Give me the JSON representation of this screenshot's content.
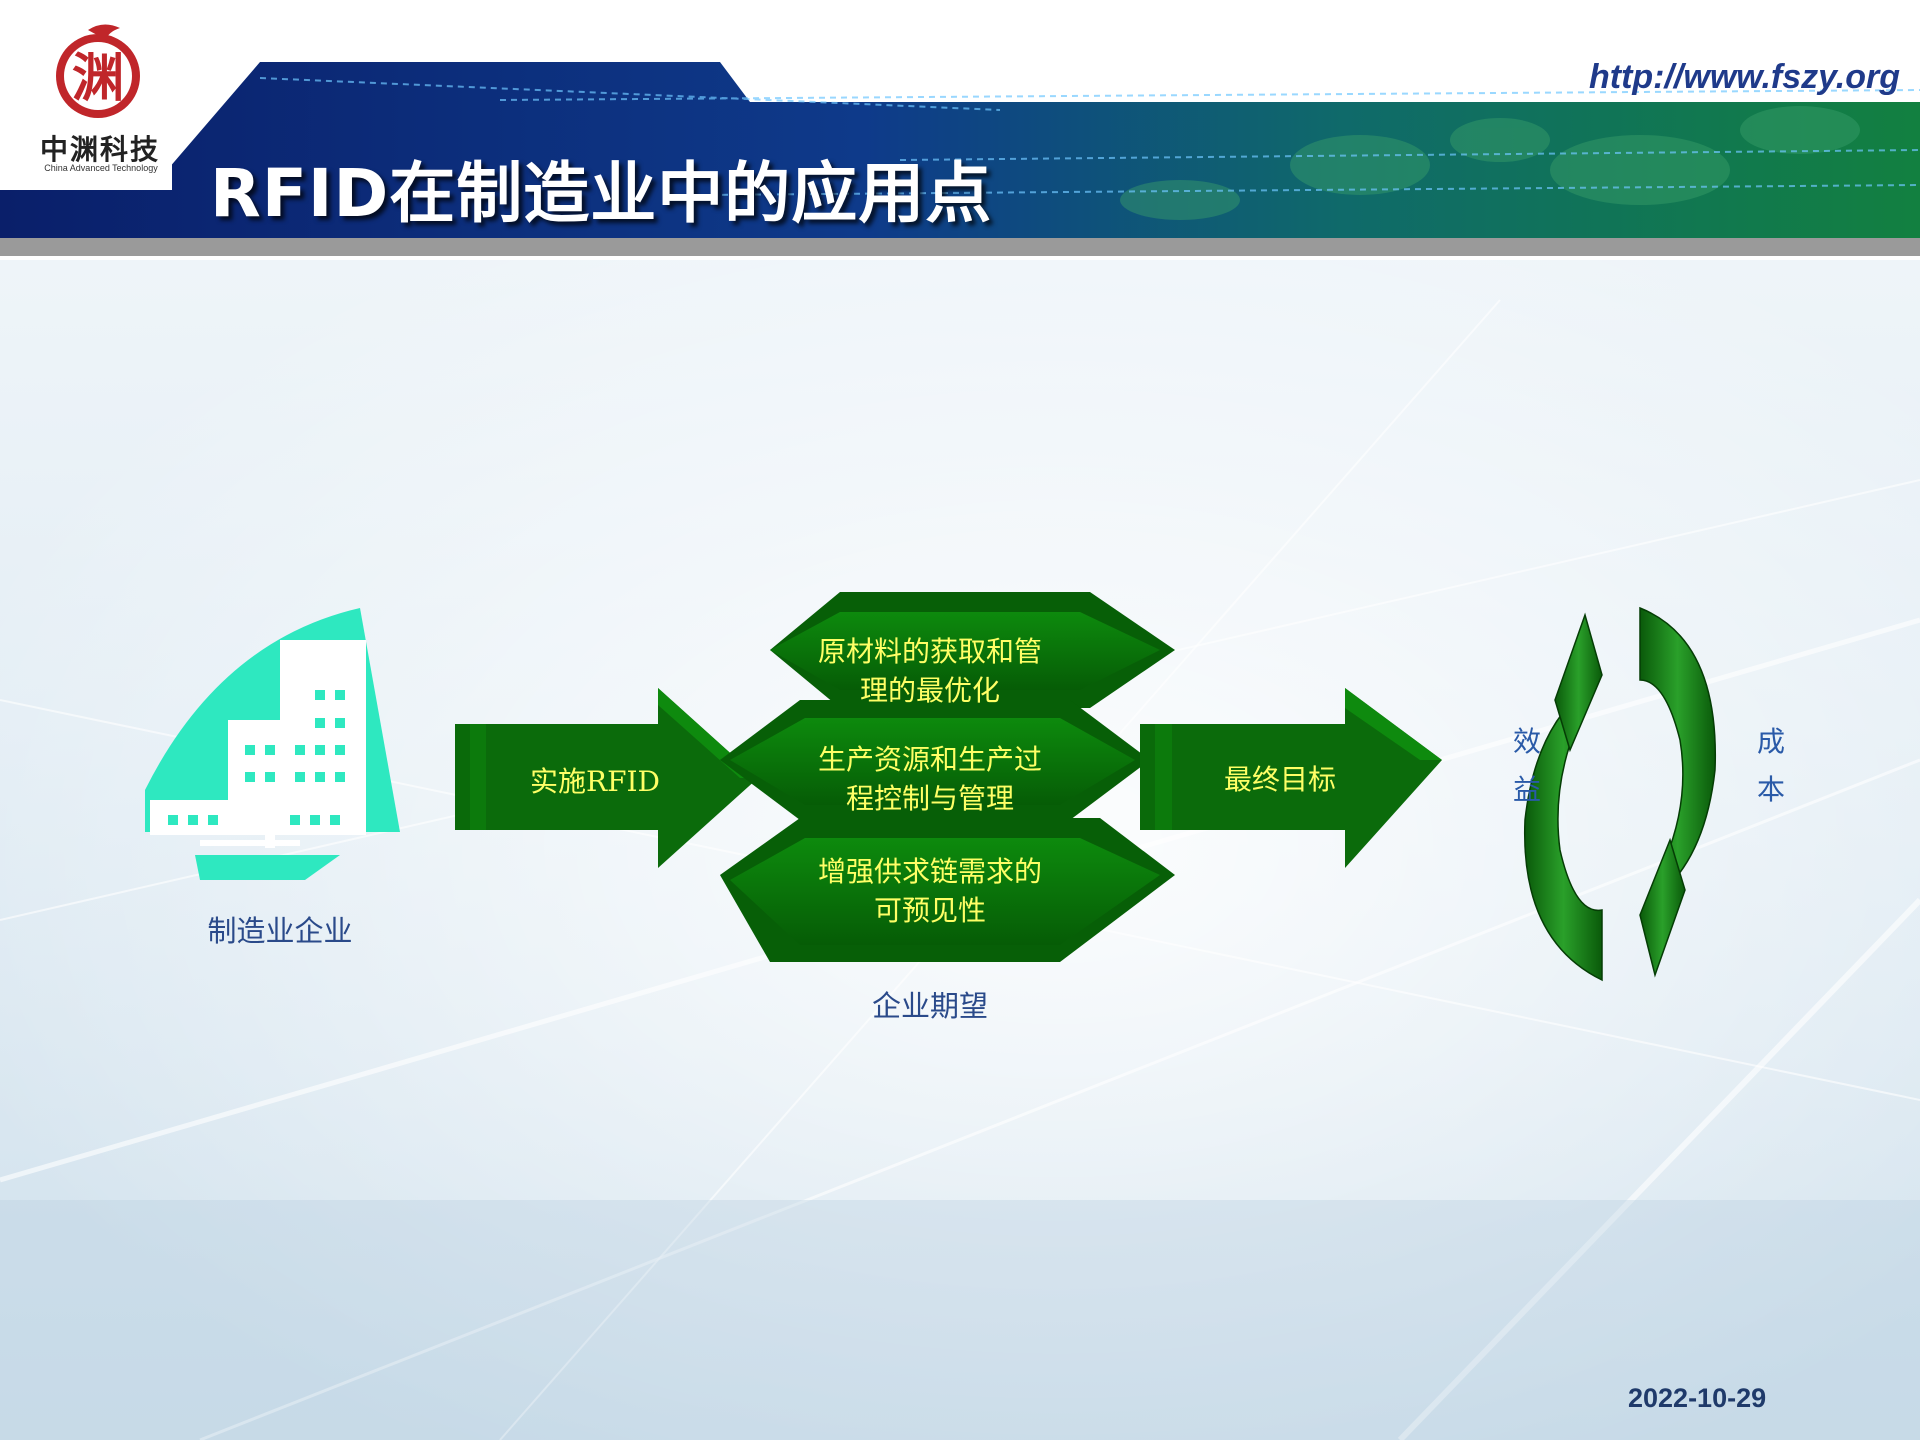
{
  "header": {
    "logo_text": "中渊科技",
    "logo_subtitle": "China Advanced Technology",
    "logo_seal": "渊",
    "url": "http://www.fszy.org",
    "title": "RFID在制造业中的应用点"
  },
  "diagram": {
    "enterprise_label": "制造业企业",
    "arrow_implement": "实施RFID",
    "expectations": [
      "原材料的获取和管理的最优化",
      "生产资源和生产过程控制与管理",
      "增强供求链需求的可预见性"
    ],
    "expectation_caption": "企业期望",
    "arrow_goal": "最终目标",
    "cycle_left": "效益",
    "cycle_right": "成本"
  },
  "footer": {
    "date": "2022-10-29"
  },
  "colors": {
    "arrow_green": "#0b6b0b",
    "arrow_green_dark": "#064d06",
    "text_yellow": "#ffff66",
    "building_teal": "#2ee8c0",
    "header_blue": "#0a2a7a",
    "header_green": "#0f7a4a"
  }
}
